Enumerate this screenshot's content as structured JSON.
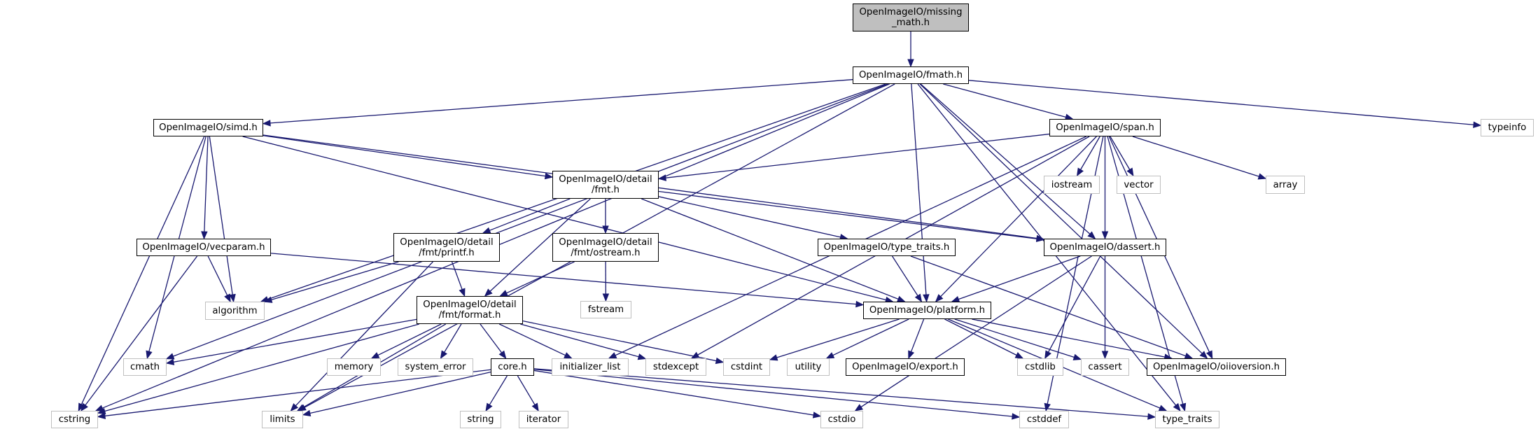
{
  "diagram": {
    "title": "Include dependency graph",
    "colors": {
      "edge": "#191970",
      "root_fill": "#bfbfbf",
      "doc_border": "#000000",
      "ext_border": "#bfbfbf"
    },
    "nodes": [
      {
        "id": "root",
        "label": "OpenImageIO/missing\n_math.h",
        "kind": "root"
      },
      {
        "id": "fmath",
        "label": "OpenImageIO/fmath.h",
        "kind": "doc"
      },
      {
        "id": "simd",
        "label": "OpenImageIO/simd.h",
        "kind": "doc"
      },
      {
        "id": "span",
        "label": "OpenImageIO/span.h",
        "kind": "doc"
      },
      {
        "id": "typeinfo",
        "label": "typeinfo",
        "kind": "ext"
      },
      {
        "id": "fmt",
        "label": "OpenImageIO/detail\n/fmt.h",
        "kind": "doc"
      },
      {
        "id": "iostream",
        "label": "iostream",
        "kind": "ext"
      },
      {
        "id": "vector",
        "label": "vector",
        "kind": "ext"
      },
      {
        "id": "array",
        "label": "array",
        "kind": "ext"
      },
      {
        "id": "vecparam",
        "label": "OpenImageIO/vecparam.h",
        "kind": "doc"
      },
      {
        "id": "printf",
        "label": "OpenImageIO/detail\n/fmt/printf.h",
        "kind": "doc"
      },
      {
        "id": "ostream",
        "label": "OpenImageIO/detail\n/fmt/ostream.h",
        "kind": "doc"
      },
      {
        "id": "oiio_type_traits",
        "label": "OpenImageIO/type_traits.h",
        "kind": "doc"
      },
      {
        "id": "dassert",
        "label": "OpenImageIO/dassert.h",
        "kind": "doc"
      },
      {
        "id": "algorithm",
        "label": "algorithm",
        "kind": "ext"
      },
      {
        "id": "format",
        "label": "OpenImageIO/detail\n/fmt/format.h",
        "kind": "doc"
      },
      {
        "id": "fstream",
        "label": "fstream",
        "kind": "ext"
      },
      {
        "id": "platform",
        "label": "OpenImageIO/platform.h",
        "kind": "doc"
      },
      {
        "id": "cmath",
        "label": "cmath",
        "kind": "ext"
      },
      {
        "id": "memory",
        "label": "memory",
        "kind": "ext"
      },
      {
        "id": "system_error",
        "label": "system_error",
        "kind": "ext"
      },
      {
        "id": "core",
        "label": "core.h",
        "kind": "doc"
      },
      {
        "id": "initializer_list",
        "label": "initializer_list",
        "kind": "ext"
      },
      {
        "id": "stdexcept",
        "label": "stdexcept",
        "kind": "ext"
      },
      {
        "id": "cstdint",
        "label": "cstdint",
        "kind": "ext"
      },
      {
        "id": "utility",
        "label": "utility",
        "kind": "ext"
      },
      {
        "id": "export",
        "label": "OpenImageIO/export.h",
        "kind": "doc"
      },
      {
        "id": "cstdlib",
        "label": "cstdlib",
        "kind": "ext"
      },
      {
        "id": "cassert",
        "label": "cassert",
        "kind": "ext"
      },
      {
        "id": "oiioversion",
        "label": "OpenImageIO/oiioversion.h",
        "kind": "doc"
      },
      {
        "id": "cstring",
        "label": "cstring",
        "kind": "ext"
      },
      {
        "id": "limits",
        "label": "limits",
        "kind": "ext"
      },
      {
        "id": "string",
        "label": "string",
        "kind": "ext"
      },
      {
        "id": "iterator",
        "label": "iterator",
        "kind": "ext"
      },
      {
        "id": "cstdio",
        "label": "cstdio",
        "kind": "ext"
      },
      {
        "id": "cstddef",
        "label": "cstddef",
        "kind": "ext"
      },
      {
        "id": "type_traits",
        "label": "type_traits",
        "kind": "ext"
      }
    ],
    "edges": [
      [
        "root",
        "fmath"
      ],
      [
        "fmath",
        "simd"
      ],
      [
        "fmath",
        "span"
      ],
      [
        "fmath",
        "typeinfo"
      ],
      [
        "fmath",
        "dassert"
      ],
      [
        "fmath",
        "platform"
      ],
      [
        "fmath",
        "algorithm"
      ],
      [
        "fmath",
        "cmath"
      ],
      [
        "fmath",
        "cstring"
      ],
      [
        "fmath",
        "limits"
      ],
      [
        "fmath",
        "oiioversion"
      ],
      [
        "fmath",
        "type_traits"
      ],
      [
        "simd",
        "vecparam"
      ],
      [
        "simd",
        "fmt"
      ],
      [
        "simd",
        "dassert"
      ],
      [
        "simd",
        "platform"
      ],
      [
        "simd",
        "algorithm"
      ],
      [
        "simd",
        "cmath"
      ],
      [
        "simd",
        "cstring"
      ],
      [
        "span",
        "fmt"
      ],
      [
        "span",
        "iostream"
      ],
      [
        "span",
        "vector"
      ],
      [
        "span",
        "array"
      ],
      [
        "span",
        "dassert"
      ],
      [
        "span",
        "platform"
      ],
      [
        "span",
        "oiioversion"
      ],
      [
        "span",
        "initializer_list"
      ],
      [
        "span",
        "stdexcept"
      ],
      [
        "span",
        "cstddef"
      ],
      [
        "span",
        "type_traits"
      ],
      [
        "fmt",
        "printf"
      ],
      [
        "fmt",
        "ostream"
      ],
      [
        "fmt",
        "format"
      ],
      [
        "fmt",
        "oiio_type_traits"
      ],
      [
        "fmt",
        "dassert"
      ],
      [
        "fmt",
        "platform"
      ],
      [
        "vecparam",
        "algorithm"
      ],
      [
        "vecparam",
        "platform"
      ],
      [
        "vecparam",
        "cstring"
      ],
      [
        "printf",
        "format"
      ],
      [
        "printf",
        "algorithm"
      ],
      [
        "printf",
        "limits"
      ],
      [
        "ostream",
        "format"
      ],
      [
        "ostream",
        "fstream"
      ],
      [
        "oiio_type_traits",
        "platform"
      ],
      [
        "oiio_type_traits",
        "oiioversion"
      ],
      [
        "dassert",
        "platform"
      ],
      [
        "dassert",
        "cstdlib"
      ],
      [
        "dassert",
        "cassert"
      ],
      [
        "dassert",
        "cstdio"
      ],
      [
        "format",
        "cmath"
      ],
      [
        "format",
        "memory"
      ],
      [
        "format",
        "system_error"
      ],
      [
        "format",
        "core"
      ],
      [
        "format",
        "initializer_list"
      ],
      [
        "format",
        "stdexcept"
      ],
      [
        "format",
        "cstdint"
      ],
      [
        "format",
        "cstring"
      ],
      [
        "format",
        "limits"
      ],
      [
        "platform",
        "cstdint"
      ],
      [
        "platform",
        "utility"
      ],
      [
        "platform",
        "export"
      ],
      [
        "platform",
        "cstdlib"
      ],
      [
        "platform",
        "cassert"
      ],
      [
        "platform",
        "oiioversion"
      ],
      [
        "platform",
        "type_traits"
      ],
      [
        "core",
        "string"
      ],
      [
        "core",
        "iterator"
      ],
      [
        "core",
        "cstring"
      ],
      [
        "core",
        "limits"
      ],
      [
        "core",
        "cstdio"
      ],
      [
        "core",
        "cstddef"
      ],
      [
        "core",
        "type_traits"
      ]
    ]
  }
}
